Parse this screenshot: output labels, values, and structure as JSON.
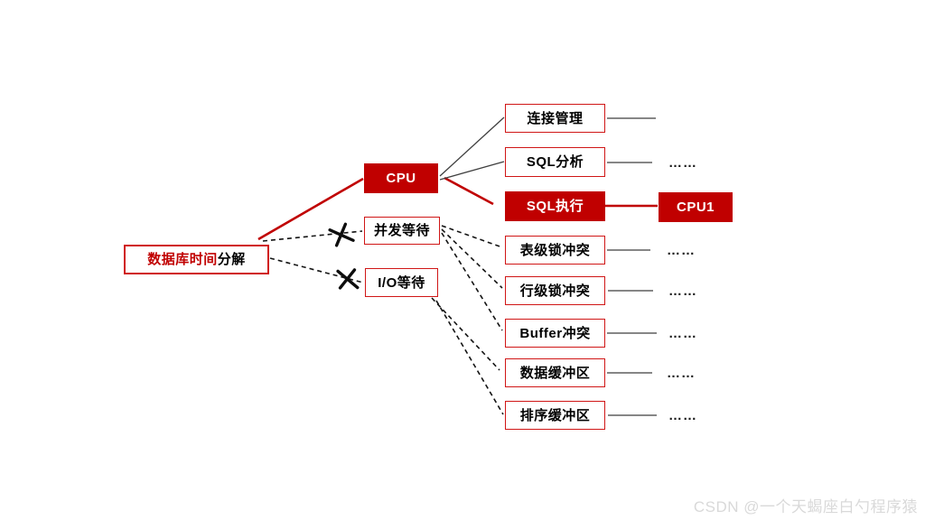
{
  "diagram": {
    "title_hint": "database time decomposition tree",
    "nodes": {
      "root": {
        "text_red": "数据库时间",
        "text_black": "分解"
      },
      "cpu": {
        "label": "CPU"
      },
      "concurrency_wait": {
        "label": "并发等待"
      },
      "io_wait": {
        "label": "I/O等待"
      },
      "connection_mgmt": {
        "label": "连接管理"
      },
      "sql_parse": {
        "label": "SQL分析"
      },
      "sql_exec": {
        "label": "SQL执行"
      },
      "cpu1": {
        "label": "CPU1"
      },
      "table_lock_conflict": {
        "label": "表级锁冲突"
      },
      "row_lock_conflict": {
        "label": "行级锁冲突"
      },
      "buffer_conflict": {
        "label": "Buffer冲突"
      },
      "data_buffer": {
        "label": "数据缓冲区"
      },
      "sort_buffer": {
        "label": "排序缓冲区"
      }
    },
    "ellipsis": "……",
    "colors": {
      "accent_red": "#C00000",
      "box_border_red": "#D01616",
      "connector_dark": "#3F3F3F",
      "dashed_black": "#141414",
      "watermark_gray": "#D9D9D9"
    }
  },
  "watermark": "CSDN @一个天蝎座白勺程序猿"
}
